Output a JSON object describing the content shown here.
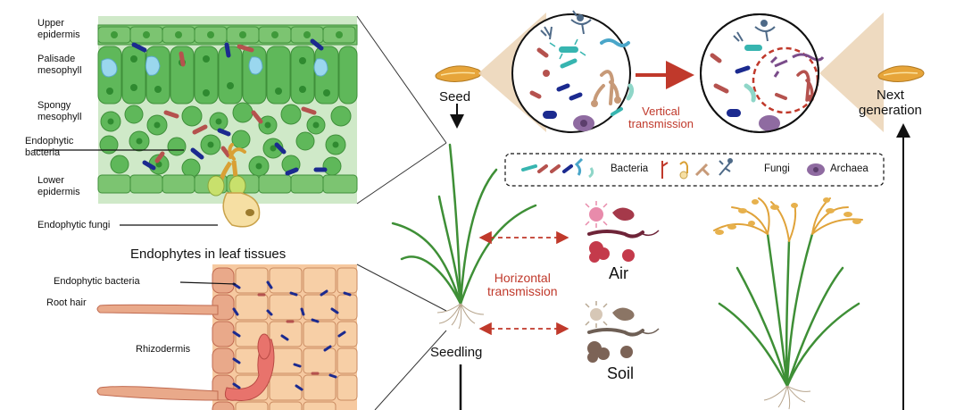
{
  "leaf_panel": {
    "upper_epidermis": "Upper\nepidermis",
    "palisade": "Palisade\nmesophyll",
    "spongy": "Spongy\nmesophyll",
    "endophytic_bacteria": "Endophytic\nbacteria",
    "lower_epidermis": "Lower\nepidermis",
    "endophytic_fungi": "Endophytic fungi",
    "title": "Endophytes in leaf tissues"
  },
  "root_panel": {
    "endophytic_bacteria": "Endophytic bacteria",
    "root_hair": "Root hair",
    "rhizodermis": "Rhizodermis"
  },
  "flow": {
    "seed": "Seed",
    "next_generation": "Next\ngeneration",
    "vertical": "Vertical\ntransmission",
    "horizontal": "Horizontal\ntransmission",
    "seedling": "Seedling",
    "air": "Air",
    "soil": "Soil"
  },
  "legend": {
    "bacteria": "Bacteria",
    "fungi": "Fungi",
    "archaea": "Archaea"
  },
  "colors": {
    "leaf_green": "#5fb85a",
    "root_peach": "#f6c9a0",
    "arrow_red": "#c0392b",
    "bacteria_blue": "#1b2a8f",
    "bacteria_red": "#b5524e"
  }
}
